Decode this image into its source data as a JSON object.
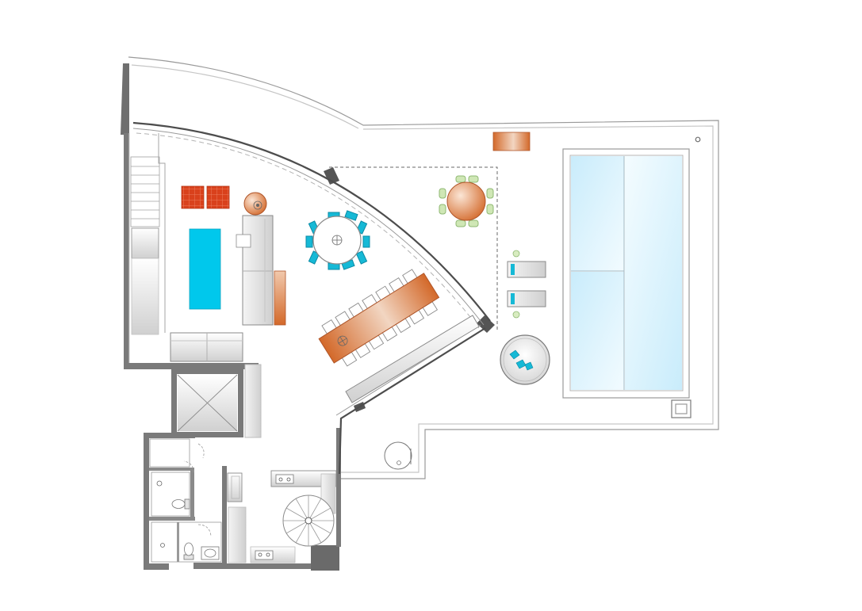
{
  "floorplan": {
    "colors": {
      "background": "#ffffff",
      "wall": "#7a7a7a",
      "wall_dark": "#5f5f5f",
      "line": "#9a9a9a",
      "pool_water": "#cfeefd",
      "pool_water_light": "#e8f8ff",
      "furniture_cyan": "#00c8ec",
      "chair_teal": "#16b9d6",
      "terrace_chair_green": "#cfe7b5",
      "rug_red": "#d9411c",
      "wood_orange": "#d3692a",
      "wood_light": "#f4e1d3",
      "sofa_grey": "#e2e2e2"
    },
    "rooms": [
      "living-room",
      "dining-area",
      "terrace",
      "swimming-pool",
      "kitchen",
      "bathroom-upper",
      "bathroom-lower",
      "elevator-shaft",
      "spiral-staircase",
      "straight-staircase"
    ],
    "furniture": [
      "rug-tile-left",
      "rug-tile-right",
      "round-side-table",
      "cyan-rug",
      "l-shaped-sofa",
      "wooden-bench",
      "armchair",
      "round-dining-table",
      "long-dining-table",
      "terrace-round-table",
      "sun-lounger-1",
      "sun-lounger-2",
      "round-daybed",
      "terrace-bench",
      "toilet-upper",
      "toilet-lower",
      "washbasin",
      "kitchen-sink"
    ],
    "icons": [
      "elevator-icon",
      "spiral-staircase-icon",
      "drain-icon",
      "door-swing-icon"
    ]
  }
}
